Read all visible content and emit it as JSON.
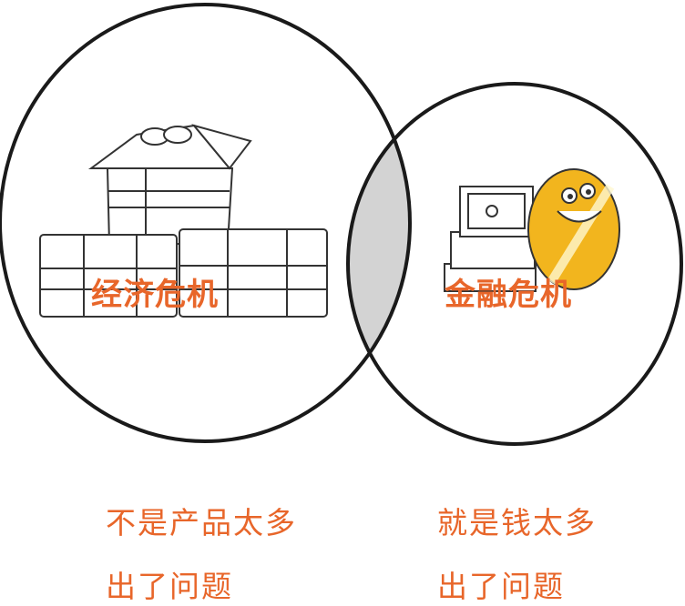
{
  "diagram": {
    "type": "venn",
    "sets": [
      {
        "name": "economic-crisis",
        "label": "经济危机",
        "illustration": "stacked-cardboard-boxes"
      },
      {
        "name": "financial-crisis",
        "label": "金融危机",
        "illustration": "banknotes-and-smiling-gold-coin"
      }
    ],
    "overlap_fill": "#d3d3d3"
  },
  "captions": {
    "left": {
      "line1": "不是产品太多",
      "line2": "出了问题"
    },
    "right": {
      "line1": "就是钱太多",
      "line2": "出了问题"
    }
  },
  "colors": {
    "accent": "#e8662a",
    "stroke": "#1a1a1a",
    "coin": "#f2b51e",
    "overlap": "#d3d3d3"
  }
}
